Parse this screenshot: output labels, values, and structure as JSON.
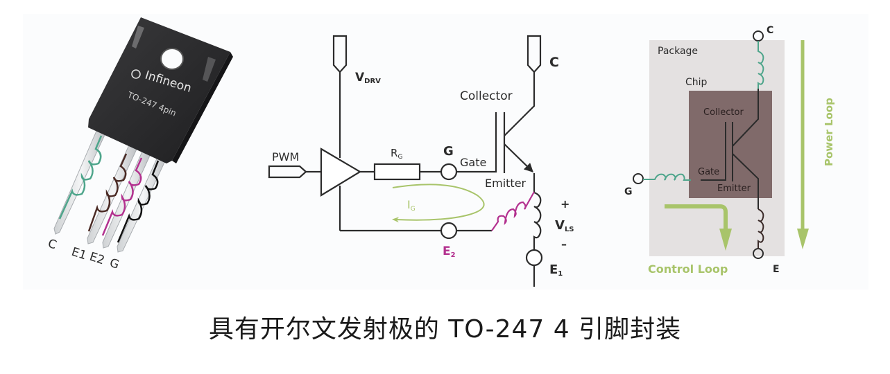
{
  "caption": "具有开尔文发射极的 TO-247 4 引脚封装",
  "colors": {
    "wire": "#2b2b2b",
    "collector_lead": "#4ea58b",
    "emitter1_lead": "#4a2a24",
    "emitter2_lead": "#b3318f",
    "gate_lead": "#111111",
    "loop_green": "#a8c46a",
    "package_bg": "#e4e1e1",
    "chip_bg": "#806a6a"
  },
  "package_photo": {
    "brand": "Infineon",
    "part": "TO-247 4pin",
    "pin_labels": [
      "C",
      "E1",
      "E2",
      "G"
    ]
  },
  "schematic": {
    "vdrv_label": "V",
    "vdrv_sub": "DRV",
    "pwm_label": "PWM",
    "rg_label": "R",
    "rg_sub": "G",
    "g_node_label": "G",
    "gate_label": "Gate",
    "collector_label": "Collector",
    "c_label": "C",
    "emitter_label": "Emitter",
    "ig_label": "I",
    "ig_sub": "G",
    "e2_label": "E",
    "e2_sub": "2",
    "plus_label": "+",
    "vls_label": "V",
    "vls_sub": "LS",
    "minus_label": "–",
    "e1_label": "E",
    "e1_sub": "1"
  },
  "loop_diagram": {
    "package_label": "Package",
    "chip_label": "Chip",
    "collector_label": "Collector",
    "gate_label": "Gate",
    "emitter_label": "Emitter",
    "c_label": "C",
    "g_label": "G",
    "e_label": "E",
    "control_loop_label": "Control Loop",
    "power_loop_label": "Power Loop"
  }
}
